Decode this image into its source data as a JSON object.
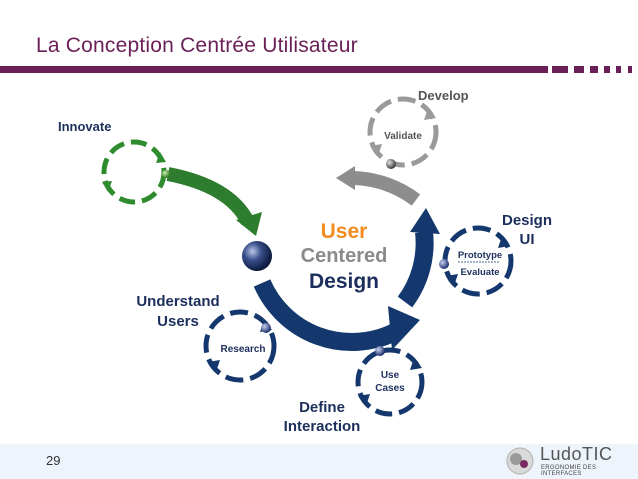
{
  "slide": {
    "title": "La Conception Centrée Utilisateur",
    "page_number": "29"
  },
  "logo": {
    "name": "LudoTIC",
    "tagline": "ERGONOMIE DES INTERFACES"
  },
  "diagram": {
    "center_line1": "User",
    "center_line2": "Centered",
    "center_line3": "Design",
    "innovate": "Innovate",
    "develop": "Develop",
    "validate": "Validate",
    "design_ui_line1": "Design",
    "design_ui_line2": "UI",
    "prototype": "Prototype",
    "evaluate": "Evaluate",
    "understand_line1": "Understand",
    "understand_line2": "Users",
    "research": "Research",
    "use_cases_line1": "Use",
    "use_cases_line2": "Cases",
    "define_line1": "Define",
    "define_line2": "Interaction"
  },
  "colors": {
    "brand": "#6a1f57",
    "navy": "#12356b",
    "green": "#2e8b2e",
    "grey": "#8a8a8a",
    "orange": "#f28c1e"
  }
}
